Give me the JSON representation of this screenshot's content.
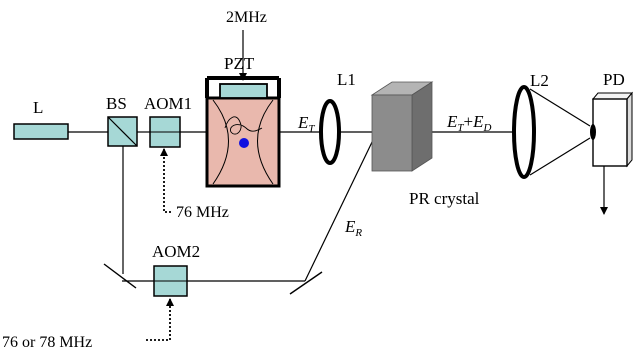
{
  "labels": {
    "laser": "L",
    "beam_splitter": "BS",
    "aom1": "AOM1",
    "aom2": "AOM2",
    "pzt": "PZT",
    "pzt_frequency": "2MHz",
    "lens1": "L1",
    "lens2": "L2",
    "photodetector": "PD",
    "crystal": "PR crystal",
    "aom1_frequency": "76 MHz",
    "aom2_frequency": "76 or 78 MHz"
  },
  "fields": {
    "transmitted": {
      "symbol": "E",
      "sub": "T"
    },
    "reference": {
      "symbol": "E",
      "sub": "R"
    },
    "sum": {
      "symbol1": "E",
      "sub1": "T",
      "plus": "+",
      "symbol2": "E",
      "sub2": "D"
    }
  },
  "colors": {
    "component_fill": "#a6d8d6",
    "sample_fill": "#e9b8ad",
    "particle": "#1010e0",
    "crystal_front": "#8c8c8c",
    "crystal_top": "#b4b4b4",
    "crystal_side": "#6e6e6e"
  }
}
